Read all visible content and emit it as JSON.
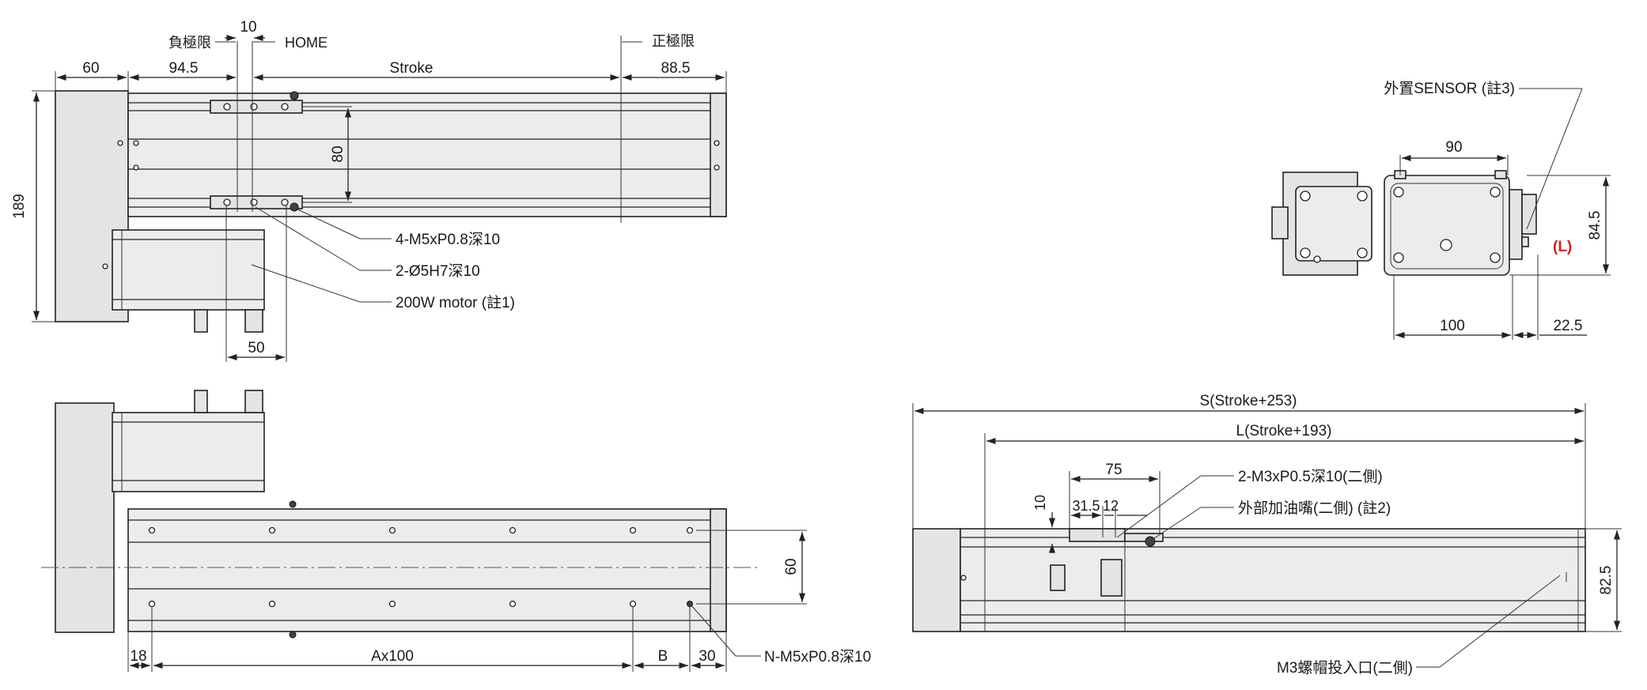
{
  "top_view": {
    "home_offset": "10",
    "neg_limit": "負極限",
    "home": "HOME",
    "pos_limit": "正極限",
    "dim_60": "60",
    "dim_94_5": "94.5",
    "dim_stroke": "Stroke",
    "dim_88_5": "88.5",
    "dim_189": "189",
    "dim_80": "80",
    "dim_50": "50",
    "callout_tap": "4-M5xP0.8深10",
    "callout_pin": "2-Ø5H7深10",
    "callout_motor": "200W motor (註1)"
  },
  "side_view": {
    "dim_60": "60",
    "dim_18": "18",
    "dim_ax100": "Ax100",
    "dim_b": "B",
    "dim_30": "30",
    "callout_holes": "N-M5xP0.8深10"
  },
  "end_view": {
    "sensor": "外置SENSOR (註3)",
    "dim_90": "90",
    "dim_84_5": "84.5",
    "dim_l": "(L)",
    "dim_100": "100",
    "dim_22_5": "22.5"
  },
  "front_view": {
    "dim_s": "S(Stroke+253)",
    "dim_l": "L(Stroke+193)",
    "dim_75": "75",
    "dim_10": "10",
    "dim_31_5": "31.5",
    "dim_12": "12",
    "dim_82_5": "82.5",
    "callout_tap": "2-M3xP0.5深10(二側)",
    "callout_grease": "外部加油嘴(二側) (註2)",
    "callout_nut": "M3螺帽投入口(二側)"
  }
}
